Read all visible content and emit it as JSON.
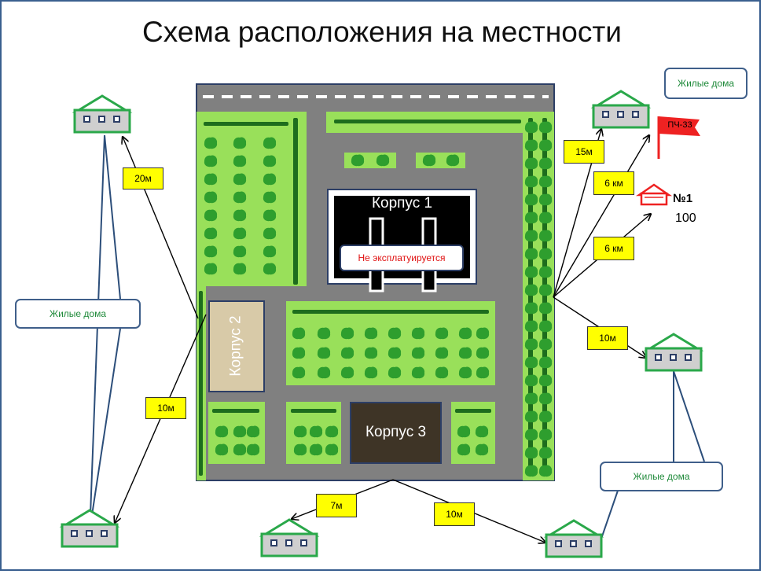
{
  "title": "Схема расположения на местности",
  "buildings": {
    "k1": "Корпус 1",
    "k1_status": "Не эксплатуируется",
    "k2": "Корпус 2",
    "k3": "Корпус 3"
  },
  "distances": {
    "d20": "20м",
    "d10_left": "10м",
    "d15": "15м",
    "d6_top": "6 км",
    "d6_bottom": "6 км",
    "d10_right": "10м",
    "d7": "7м",
    "d10_bottom": "10м"
  },
  "callouts": {
    "left": "Жилые дома",
    "top_right": "Жилые дома",
    "bottom_right": "Жилые дома"
  },
  "fire_station": {
    "flag_label": "ПЧ-33",
    "number": "№1",
    "value": "100"
  },
  "colors": {
    "road": "#808080",
    "grass": "#99e05a",
    "tree": "#2e9e2e",
    "hedge": "#1d6d1d",
    "house_roof": "#2aa84a",
    "label_bg": "#ffff00",
    "flag": "#ee2222"
  }
}
